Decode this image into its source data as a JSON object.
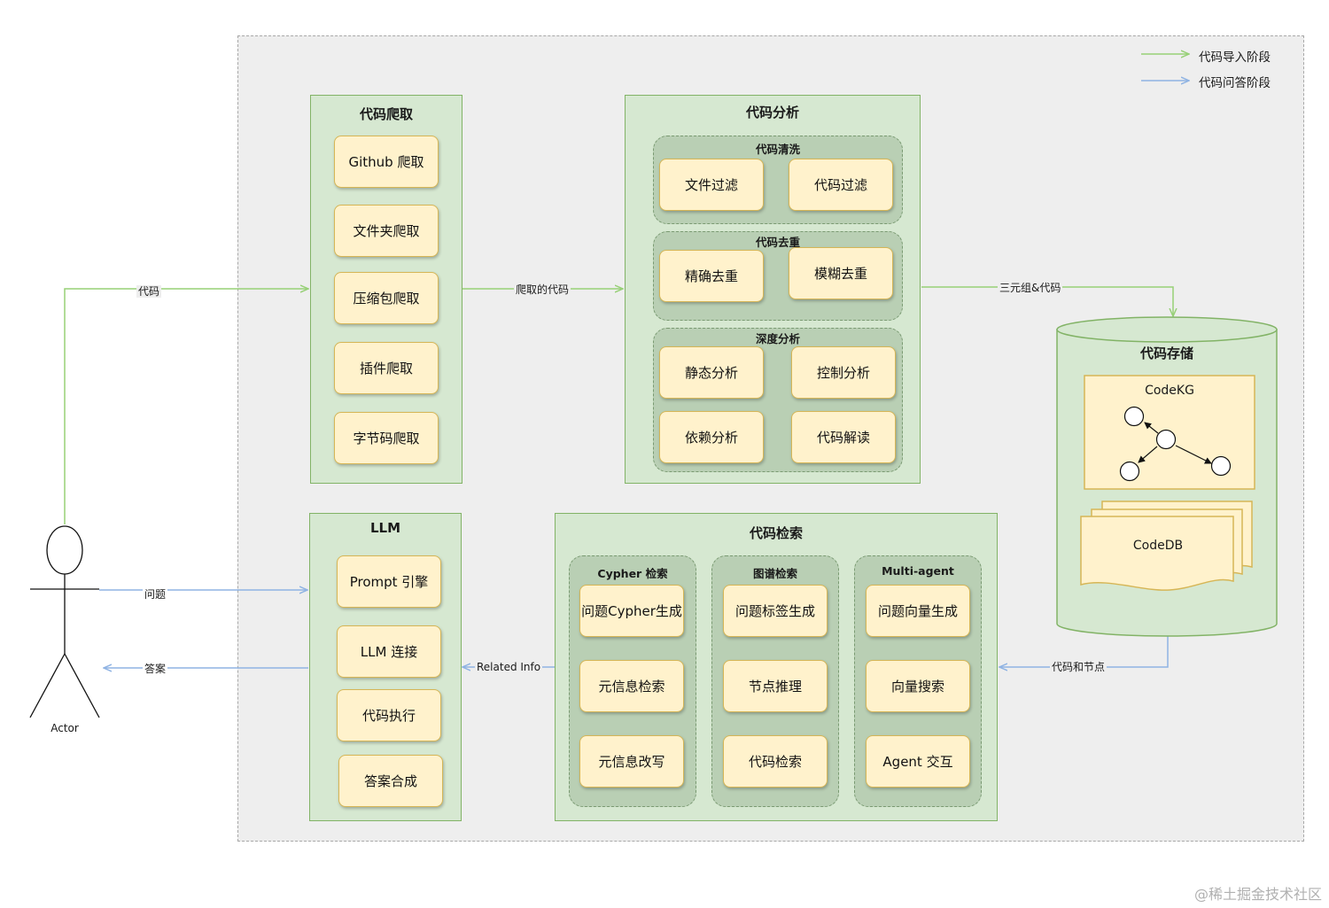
{
  "legend": {
    "import_stage": "代码导入阶段",
    "qa_stage": "代码问答阶段"
  },
  "colors": {
    "import_arrow": "#97d077",
    "qa_arrow": "#8fb3e3",
    "panel_fill": "#d6e8d1",
    "panel_border": "#82b366",
    "box_fill": "#fff2cc",
    "box_border": "#d6b656"
  },
  "actor": {
    "label": "Actor"
  },
  "crawl": {
    "title": "代码爬取",
    "items": [
      "Github 爬取",
      "文件夹爬取",
      "压缩包爬取",
      "插件爬取",
      "字节码爬取"
    ]
  },
  "analysis": {
    "title": "代码分析",
    "clean": {
      "title": "代码清洗",
      "items": [
        "文件过滤",
        "代码过滤"
      ]
    },
    "dedup": {
      "title": "代码去重",
      "items": [
        "精确去重",
        "模糊去重"
      ]
    },
    "deep": {
      "title": "深度分析",
      "items": [
        "静态分析",
        "控制分析",
        "依赖分析",
        "代码解读"
      ]
    }
  },
  "storage": {
    "title": "代码存储",
    "kg_label": "CodeKG",
    "db_label": "CodeDB"
  },
  "llm": {
    "title": "LLM",
    "items": [
      "Prompt 引擎",
      "LLM 连接",
      "代码执行",
      "答案合成"
    ]
  },
  "retrieval": {
    "title": "代码检索",
    "cypher": {
      "title": "Cypher 检索",
      "items": [
        "问题Cypher生成",
        "元信息检索",
        "元信息改写"
      ]
    },
    "graph": {
      "title": "图谱检索",
      "items": [
        "问题标签生成",
        "节点推理",
        "代码检索"
      ]
    },
    "agent": {
      "title": "Multi-agent",
      "items": [
        "问题向量生成",
        "向量搜索",
        "Agent 交互"
      ]
    }
  },
  "edges": {
    "code": "代码",
    "crawled_code": "爬取的代码",
    "triples_code": "三元组&代码",
    "question": "问题",
    "answer": "答案",
    "related_info": "Related Info",
    "code_and_nodes": "代码和节点"
  },
  "watermark": "@稀土掘金技术社区"
}
